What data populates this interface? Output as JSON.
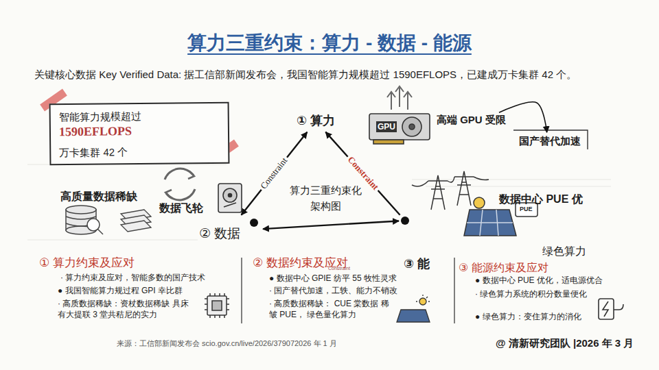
{
  "diagram": {
    "title": "算力三重约束：算力 - 数据 - 能源",
    "nodes": [
      {
        "text": [
          "智能算力规模超过",
          "1590EFLOPS",
          "万卡集群 42 个"
        ]
      },
      {
        "text": [
          "① 算力"
        ]
      },
      {
        "text": [
          "② 数据"
        ]
      },
      {
        "text": [
          "③ 能"
        ]
      },
      {
        "text": [
          "高端 GPU 受限"
        ]
      },
      {
        "text": [
          "国产替代加速"
        ]
      }
    ],
    "edges": [
      {
        "from": 2,
        "to": 1,
        "arrow": "both",
        "label": "Constraint"
      },
      {
        "from": 3,
        "to": 1,
        "arrow": "to",
        "label": "Constraint"
      },
      {
        "from": 2,
        "to": 3,
        "arrow": "both"
      },
      {
        "from": 4,
        "to": 5,
        "arrow": "to"
      }
    ],
    "labels": [
      "关键核心数据 Key Verified Data: 据工信部新闻发布会，我国智能算力规模超过 1590EFLOPS，已建成万卡集群 42 个。",
      "高质量数据稀缺",
      "数据飞轮",
      "算力三重约束化 架构图",
      "GPU",
      "数据中心 PUE 优",
      "PUE",
      "绿色算力",
      "① 算力约束及应对",
      "· 算力约束及应对，智能多数的国产技术",
      "● 我国智能算力规过程 GPI 幸比群",
      "· 高质数据稀缺：资杖数据稀缺 具床有大提联 3 堂共秸尼的实力",
      "② 数据约束及应对",
      "Constraint",
      "● 数据中心 GPIE 纺平 55 牧性灵求",
      "· 国产替代加速，工轶、能力不销改",
      "· 高质数据稀缺： CUE 棠数据 稀皱 PUE， 绿色量化算力",
      "③ 能源约束及应对",
      "● 数据中心 PUE 优化，适电源优合",
      "· 绿色算力系统的积分数量便化",
      "● 绿色算力：变住算力的消化",
      "来源：工信部新闻发布会 scio.gov.cn/live/2026/379072026 年 1 月",
      "@ 清新研究团队 |2026 年 3 月"
    ]
  }
}
